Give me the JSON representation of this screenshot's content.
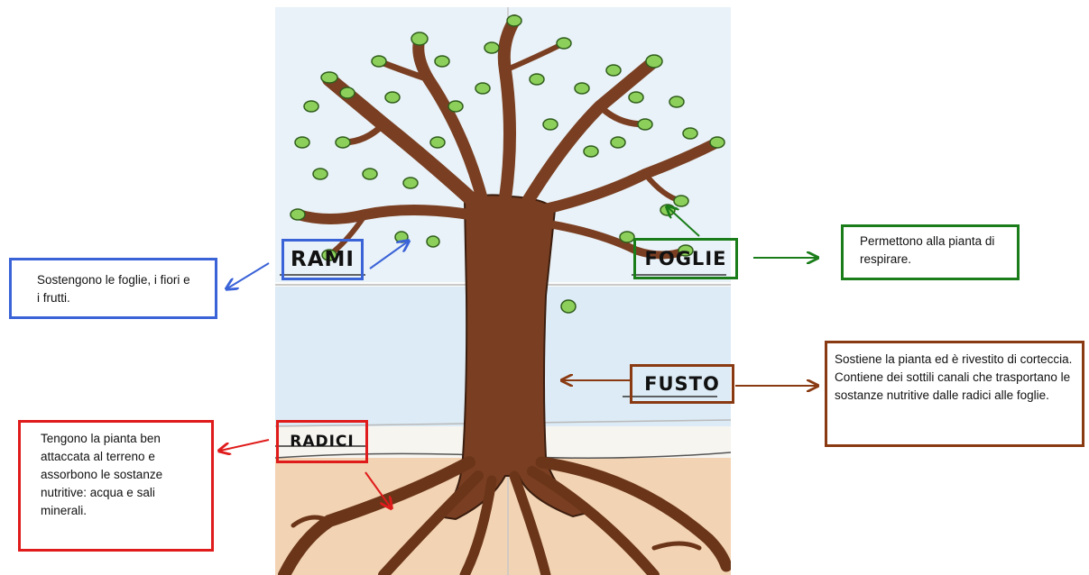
{
  "labels": {
    "rami": "RAMI",
    "foglie": "FOGLIE",
    "fusto": "FUSTO",
    "radici": "RADICI"
  },
  "descriptions": {
    "rami": "Sostengono le foglie, i fiori e i frutti.",
    "foglie": "Permettono alla pianta di respirare.",
    "fusto": "Sostiene la pianta ed è rivestito di corteccia. Contiene dei sottili canali che trasportano le sostanze nutritive dalle radici alle foglie.",
    "radici": "Tengono la pianta ben attaccata al terreno e assorbono le sostanze nutritive: acqua e sali minerali."
  },
  "colors": {
    "rami": "#3b63d8",
    "foglie": "#1a7d1a",
    "fusto": "#8a3a12",
    "radici": "#e01b1b",
    "trunk": "#7a3f22",
    "leaf": "#8ccf5a",
    "sky": "#cfe4f2",
    "soil": "#f2d3b3"
  }
}
